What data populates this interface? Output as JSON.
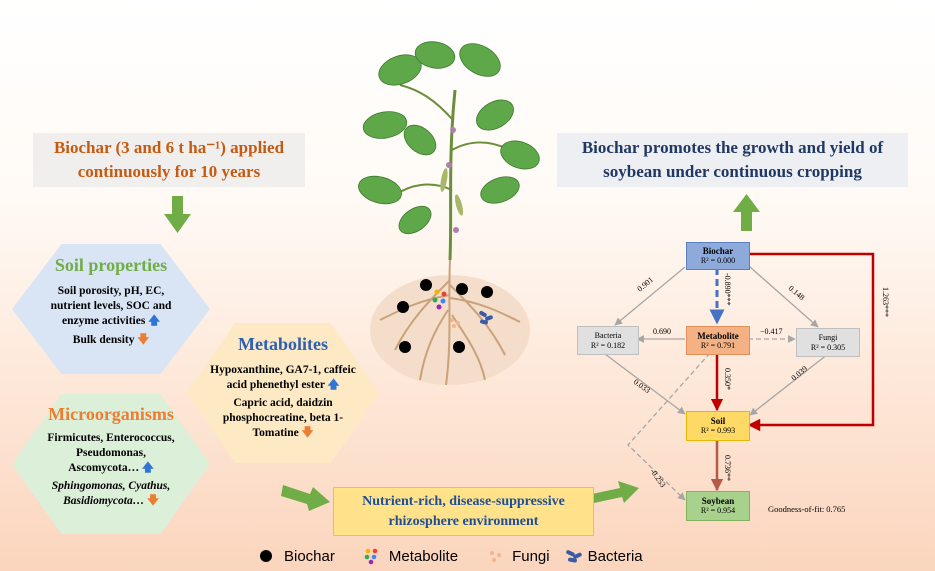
{
  "left_title": [
    "Biochar (3 and 6 t ha⁻¹) applied",
    "continuously for 10 years"
  ],
  "right_title": [
    "Biochar promotes the growth and yield of",
    "soybean under continuous cropping"
  ],
  "soil": {
    "title": "Soil properties",
    "line1": [
      "Soil porosity, pH, EC,",
      "nutrient levels, SOC and",
      "enzyme activities"
    ],
    "line2": "Bulk density"
  },
  "metabolites": {
    "title": "Metabolites",
    "up": [
      "Hypoxanthine, GA7-1, caffeic",
      "acid phenethyl ester"
    ],
    "down": [
      "Capric acid, daidzin",
      "phosphocreatine, beta 1-",
      "Tomatine"
    ]
  },
  "micro": {
    "title": "Microorganisms",
    "up": [
      "Firmicutes, Enterococcus,",
      "Pseudomonas,",
      "Ascomycota…"
    ],
    "down": [
      "Sphingomonas, Cyathus,",
      "Basidiomycota…"
    ]
  },
  "center": [
    "Nutrient-rich, disease-suppressive",
    "rhizosphere environment"
  ],
  "sem": {
    "nodes": {
      "biochar": {
        "name": "Biochar",
        "r2": "R² = 0.000"
      },
      "metabolite": {
        "name": "Metabolite",
        "r2": "R² = 0.791"
      },
      "bacteria": {
        "name": "Bacteria",
        "r2": "R² = 0.182"
      },
      "fungi": {
        "name": "Fungi",
        "r2": "R² = 0.305"
      },
      "soil": {
        "name": "Soil",
        "r2": "R² = 0.993"
      },
      "soybean": {
        "name": "Soybean",
        "r2": "R² = 0.954"
      }
    },
    "paths": {
      "biochar_bacteria": "0.901",
      "biochar_metabolite": "-0.890***",
      "biochar_fungi": "0.148",
      "biochar_soil": "1.263***",
      "metabolite_bacteria": "0.690",
      "metabolite_fungi": "−0.417",
      "metabolite_soil": "0.350*",
      "bacteria_soil": "0.033",
      "fungi_soil": "0.039",
      "soil_soybean": "0.736**",
      "metabolite_soybean": "-0.253"
    },
    "goodness_of_fit": "Goodness-of-fit: 0.765"
  },
  "legend": {
    "biochar": "Biochar",
    "metabolite": "Metabolite",
    "fungi": "Fungi",
    "bacteria": "Bacteria"
  },
  "colors": {
    "green_arrow": "#70ad47",
    "red_path": "#c00000",
    "blue_path": "#4472c4",
    "gray_path": "#a6a6a6"
  }
}
